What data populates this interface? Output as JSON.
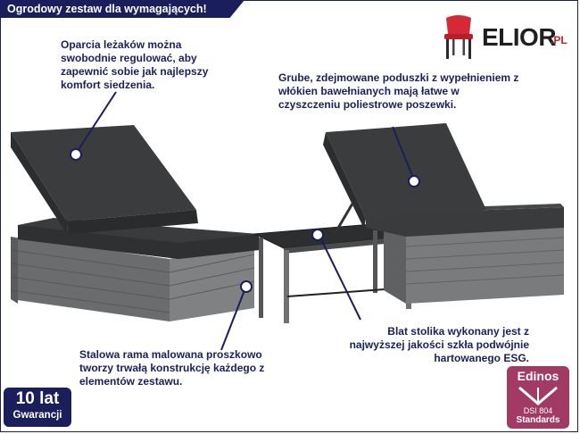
{
  "banner": {
    "text": "Ogrodowy zestaw dla wymagających!"
  },
  "logo": {
    "name": "ELIOR",
    "suffix": ".PL",
    "icon": "red-chair-icon"
  },
  "notes": {
    "backrest": "Oparcia leżaków można swobodnie regulować, aby zapewnić sobie jak najlepszy komfort siedzenia.",
    "cushions": "Grube, zdejmowane poduszki z wypełnieniem z włókien bawełnianych mają łatwe w czyszczeniu poliestrowe poszewki.",
    "frame": "Stalowa rama malowana proszkowo tworzy trwałą konstrukcję każdego z elementów zestawu.",
    "table_top": "Blat stolika wykonany jest z najwyższej jakości szkła podwójnie hartowanego ESG."
  },
  "warranty_badge": {
    "big": "10 lat",
    "small": "Gwarancji"
  },
  "edinos_badge": {
    "title": "Edinos",
    "line": "DSI 804",
    "standard": "Standards"
  },
  "colors": {
    "navy": "#1a1f5c",
    "brand_red": "#c81e2e",
    "edinos": "#a23b64",
    "cushion": "#3a3b3d",
    "rattan": "#6a6b6d"
  }
}
